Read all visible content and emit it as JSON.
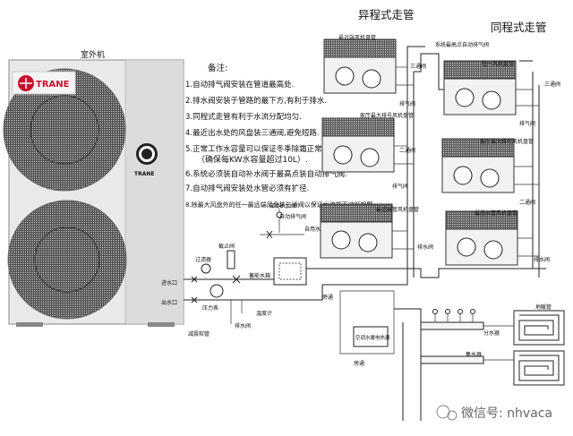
{
  "headers": {
    "reverse_return": "异程式走管",
    "direct_return": "同程式走管"
  },
  "outdoor_unit": {
    "title": "室外机",
    "brand_logo": "TRANE",
    "brand_logo_small": "TRANE"
  },
  "notes": {
    "title": "备注:",
    "items": [
      "1.自动排气阀安装在管道最高处.",
      "2.排水阀安装于管路的最下方,有利于排水.",
      "3.同程式走管有利于水流分配均匀.",
      "4.最近出水处的风盘装三通阀,避免短路.",
      "5.正常工作水容量可以保证冬季除霜正常",
      "（确保每KW水容量超过10L）.",
      "6.系统必须装自动补水阀于最高点装自动排气阀.",
      "7.自动排气阀安装处水管必须有扩径.",
      "8.除最大风盘外的任一最远端风盘装三通阀以保证水流量不过低报警."
    ]
  },
  "left_fancoils": {
    "fc1": "最远端风机盘管",
    "fc2": "家厅最大排号风机盘管",
    "fc3": "最近出管风机盘管",
    "three_way_valve": "三通阀",
    "two_way_valve": "二通阀",
    "exhaust_valve_a": "排气阀",
    "exhaust_valve_b": "排气阀",
    "drain_valve": "排水阀"
  },
  "right_fancoils": {
    "fc1": "任一风机盘管",
    "fc2": "客厅最大排号风机盘管",
    "fc3": "最近出管风机盘管",
    "top_valve": "系统最高点自动排气阀",
    "three_way_valve": "三通阀",
    "two_way_valve": "二通阀",
    "exhaust_valve": "排气阀",
    "drain_valve": "排水阀"
  },
  "piping_labels": {
    "water_in": "进水口",
    "water_out": "出水口",
    "filter": "过滤器",
    "shutoff_valve": "截止阀",
    "pressure_gauge": "压力表",
    "shock_pipe": "减震软管",
    "drain_valve": "排水阀",
    "thermometer": "温度计",
    "auto_fill_valve": "自动补水阀",
    "auto_vent": "自动排气阀",
    "buffer_tank": "蓄能水箱",
    "bypass_top": "旁通",
    "bypass_bottom": "旁通",
    "auto_water_valve_top": "自用水",
    "air_water_heater": "空调水暖电热器",
    "floor_heating": "地暖管",
    "manifold_supply": "分水器",
    "manifold_return": "集水器"
  },
  "watermark": {
    "text": "微信号: nhvaca"
  }
}
